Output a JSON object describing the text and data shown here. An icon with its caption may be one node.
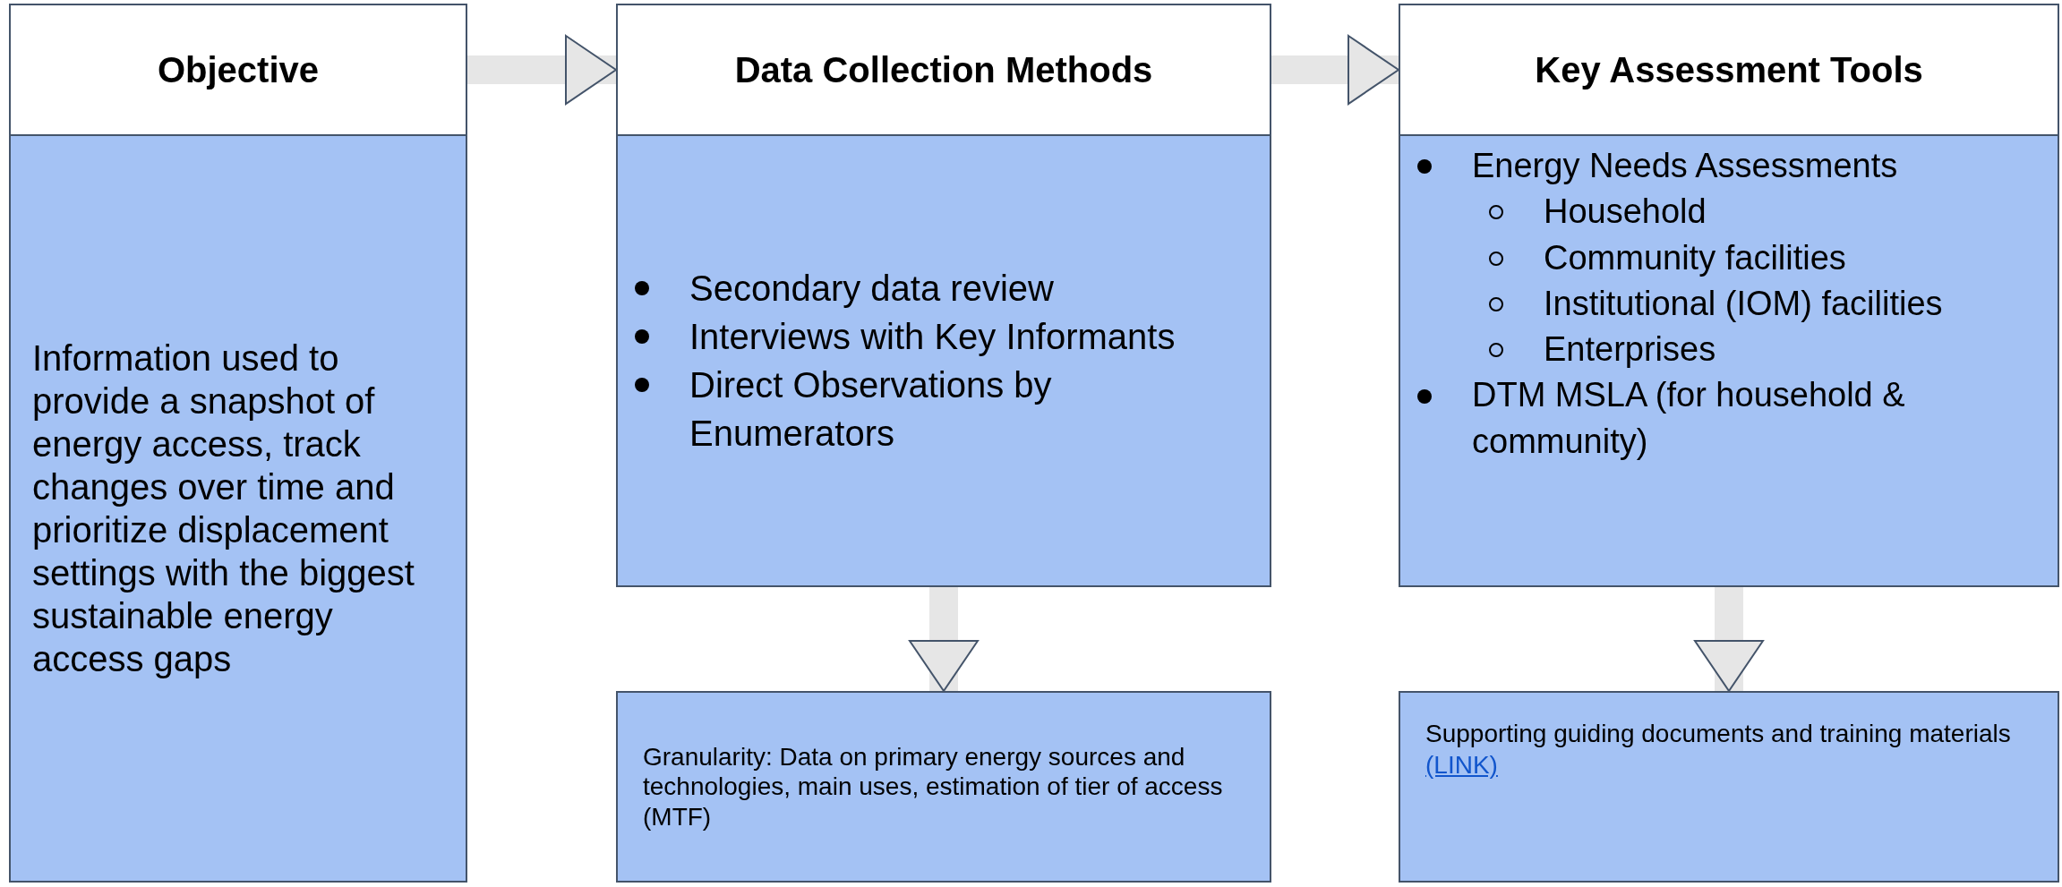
{
  "diagram": {
    "nodes": [
      {
        "text": [
          "Objective"
        ]
      },
      {
        "text": [
          "Information used to provide a snapshot of energy access, track changes over time and prioritize displacement settings with the biggest sustainable energy access gaps"
        ]
      },
      {
        "text": [
          "Data Collection Methods"
        ]
      },
      {
        "text": [
          "Secondary data review",
          "Interviews with Key Informants",
          "Direct Observations by Enumerators"
        ]
      },
      {
        "text": [
          "Granularity: Data on primary energy sources and technologies, main uses, estimation of tier of access (MTF)"
        ]
      },
      {
        "text": [
          "Key Assessment Tools"
        ]
      },
      {
        "text": [
          "Energy Needs Assessments",
          "Household",
          "Community facilities",
          "Institutional (IOM) facilities",
          "Enterprises",
          "DTM MSLA (for household & community)"
        ]
      },
      {
        "text": [
          "Supporting guiding documents and training materials",
          "(LINK)"
        ]
      }
    ],
    "edges": [
      {
        "from": 0,
        "to": 2,
        "arrow": "to"
      },
      {
        "from": 2,
        "to": 5,
        "arrow": "to"
      },
      {
        "from": 3,
        "to": 4,
        "arrow": "to"
      },
      {
        "from": 6,
        "to": 7,
        "arrow": "to"
      }
    ]
  }
}
